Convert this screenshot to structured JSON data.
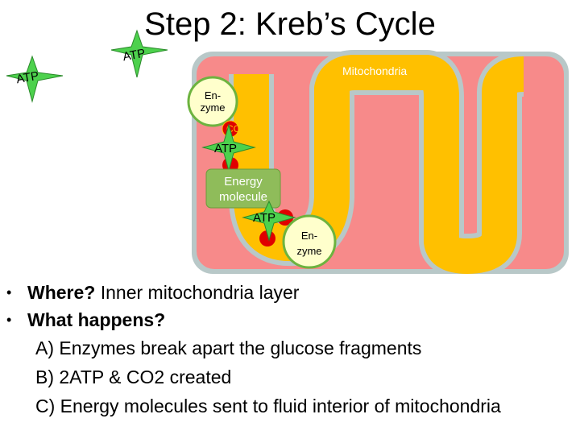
{
  "slide": {
    "title": "Step 2: Kreb’s Cycle"
  },
  "diagram": {
    "mitochondria_label": "Mitochondria",
    "enzyme_label_line1": "En-",
    "enzyme_label_line2": "zyme",
    "atp_label": "ATP",
    "energy_molecule_line1": "Energy",
    "energy_molecule_line2": "molecule",
    "co2_label": "CO",
    "colors": {
      "mitochondria_fill": "#f78a8a",
      "outer_membrane": "#b8c8c8",
      "inner_layer": "#ffc000",
      "enzyme_fill": "#ffffcc",
      "enzyme_border": "#6db33f",
      "energy_fill": "#8fbc5a",
      "atp_star": "#4dd14d",
      "co2_red": "#e00000"
    }
  },
  "bullets": [
    {
      "bold": "Where?",
      "text": " Inner mitochondria layer"
    },
    {
      "bold": "What happens?",
      "text": ""
    }
  ],
  "sub_items": [
    "A) Enzymes break apart the glucose fragments",
    "B) 2ATP & CO2 created",
    "C) Energy molecules sent to fluid interior of mitochondria"
  ]
}
